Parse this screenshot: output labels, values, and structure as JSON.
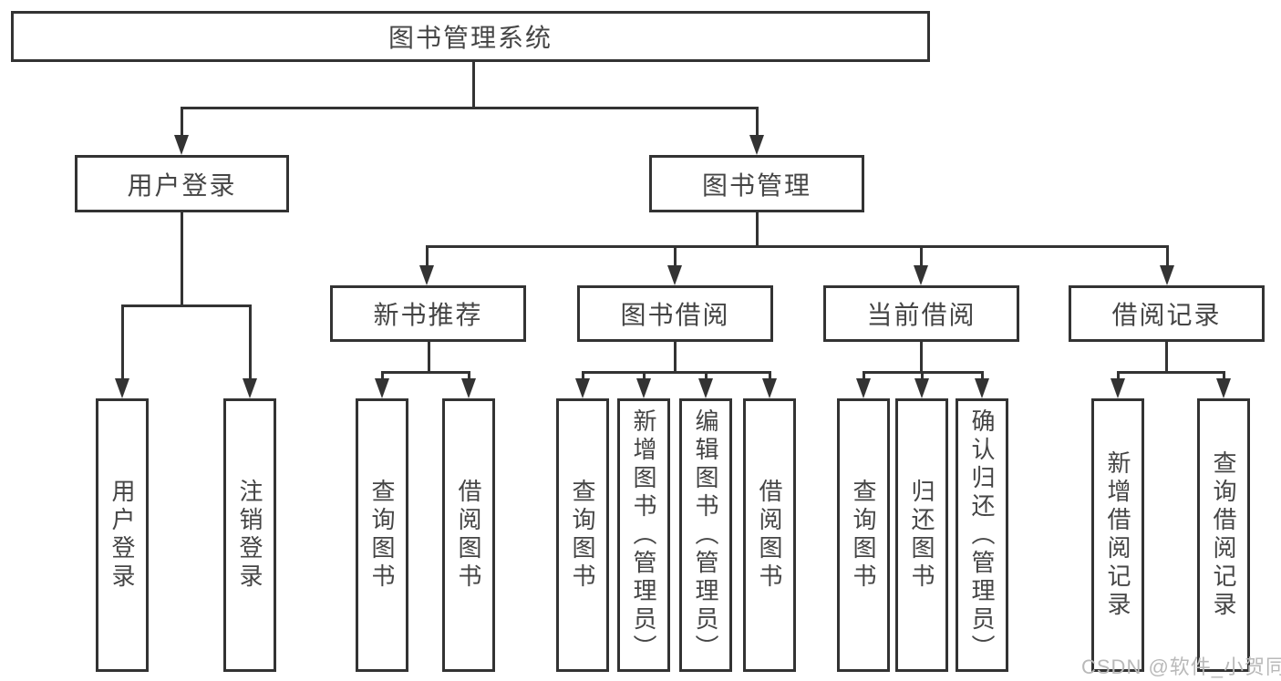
{
  "tree": {
    "root": {
      "label": "图书管理系统"
    },
    "branches": [
      {
        "label": "用户登录",
        "children": [
          {
            "label": "用户登录"
          },
          {
            "label": "注销登录"
          }
        ]
      },
      {
        "label": "图书管理",
        "children": [
          {
            "label": "新书推荐",
            "children": [
              {
                "label": "查询图书"
              },
              {
                "label": "借阅图书"
              }
            ]
          },
          {
            "label": "图书借阅",
            "children": [
              {
                "label": "查询图书"
              },
              {
                "label": "新增图书（管理员）"
              },
              {
                "label": "编辑图书（管理员）"
              },
              {
                "label": "借阅图书"
              }
            ]
          },
          {
            "label": "当前借阅",
            "children": [
              {
                "label": "查询图书"
              },
              {
                "label": "归还图书"
              },
              {
                "label": "确认归还（管理员）"
              }
            ]
          },
          {
            "label": "借阅记录",
            "children": [
              {
                "label": "新增借阅记录"
              },
              {
                "label": "查询借阅记录"
              }
            ]
          }
        ]
      }
    ]
  },
  "watermark": "CSDN @软件_小贺同学",
  "colors": {
    "line": "#333333",
    "text": "#454545",
    "background": "#ffffff",
    "watermark": "#b9b9b9"
  }
}
